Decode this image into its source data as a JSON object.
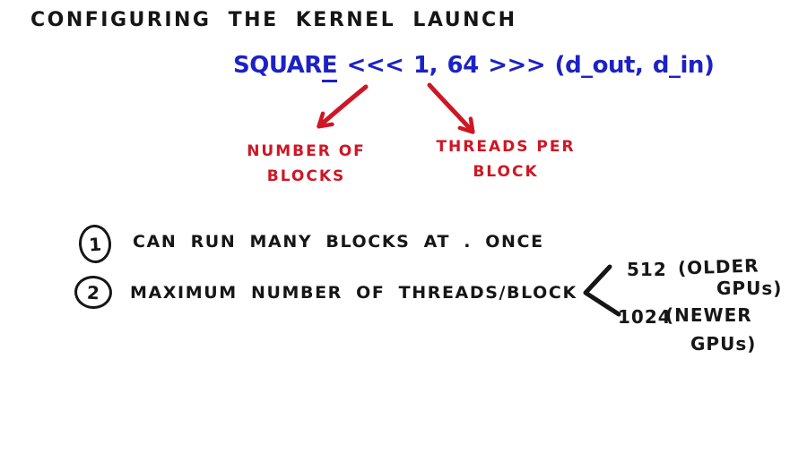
{
  "colors": {
    "ink-black": "#161616",
    "ink-blue": "#1c22c4",
    "ink-red": "#cf1624"
  },
  "title": "CONFIGURING THE KERNEL LAUNCH",
  "kernel_call": {
    "name_prefix": "SQUAR",
    "name_underlined": "E",
    "args": " <<< 1, 64 >>> (d_out, d_in)"
  },
  "annotations": {
    "left": {
      "line1": "NUMBER OF",
      "line2": "BLOCKS"
    },
    "right": {
      "line1": "THREADS PER",
      "line2": "BLOCK"
    }
  },
  "notes": [
    {
      "number": "1",
      "text": "CAN RUN MANY BLOCKS AT . ONCE"
    },
    {
      "number": "2",
      "text": "MAXIMUM NUMBER OF THREADS/BLOCK"
    }
  ],
  "thread_limits": [
    {
      "value": "512",
      "label_open": "(OLDER",
      "label_close": "GPUs)"
    },
    {
      "value": "1024",
      "label_open": "(NEWER",
      "label_close": "GPUs)"
    }
  ]
}
